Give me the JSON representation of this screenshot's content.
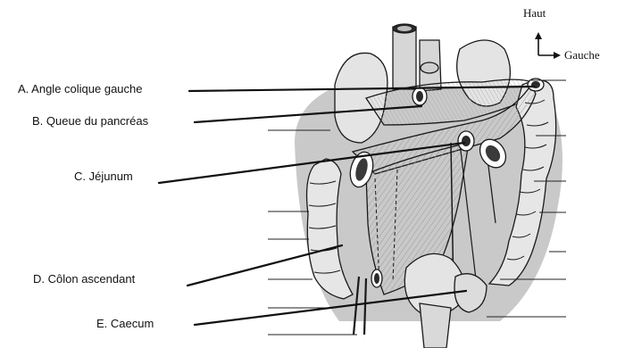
{
  "orientation": {
    "up_label": "Haut",
    "left_label": "Gauche"
  },
  "labels": [
    {
      "id": "a",
      "text": "A. Angle colique gauche"
    },
    {
      "id": "b",
      "text": "B. Queue du pancréas"
    },
    {
      "id": "c",
      "text": "C. Jéjunum"
    },
    {
      "id": "d",
      "text": "D. Côlon ascendant"
    },
    {
      "id": "e",
      "text": "E. Caecum"
    }
  ],
  "colors": {
    "ink": "#1a1a1a",
    "organ_fill": "#e9e9e9",
    "shadow": "#b9b9b9"
  }
}
